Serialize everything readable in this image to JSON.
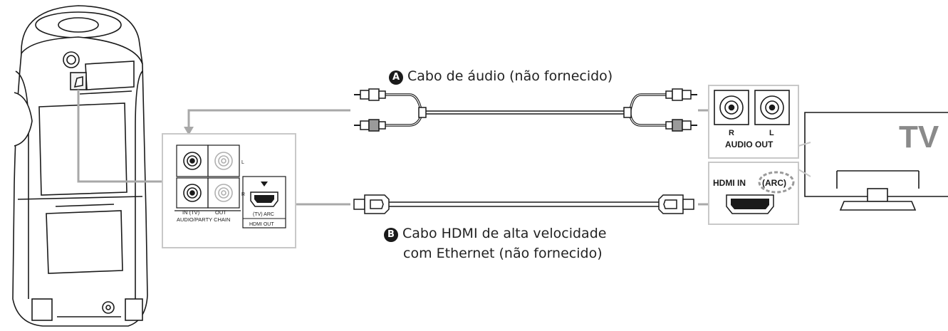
{
  "cable_a": {
    "marker": "A",
    "label": "Cabo de áudio (não fornecido)"
  },
  "cable_b": {
    "marker": "B",
    "line1": "Cabo HDMI de alta velocidade",
    "line2": "com Ethernet (não fornecido)"
  },
  "speaker_panel": {
    "jack_l": "L",
    "jack_r": "R",
    "in_label": "IN (TV)",
    "out_label": "OUT",
    "group_label": "AUDIO/PARTY CHAIN",
    "hdmi_sub": "(TV) ARC",
    "hdmi_label": "HDMI OUT"
  },
  "tv_panel": {
    "jack_r": "R",
    "jack_l": "L",
    "audio_out": "AUDIO OUT",
    "hdmi_in": "HDMI IN",
    "arc": "(ARC)"
  },
  "tv": {
    "label": "TV"
  },
  "colors": {
    "line": "#1a1a1a",
    "arrow": "#a8a8a8",
    "panel_border": "#c8c8c8",
    "text": "#222222"
  }
}
